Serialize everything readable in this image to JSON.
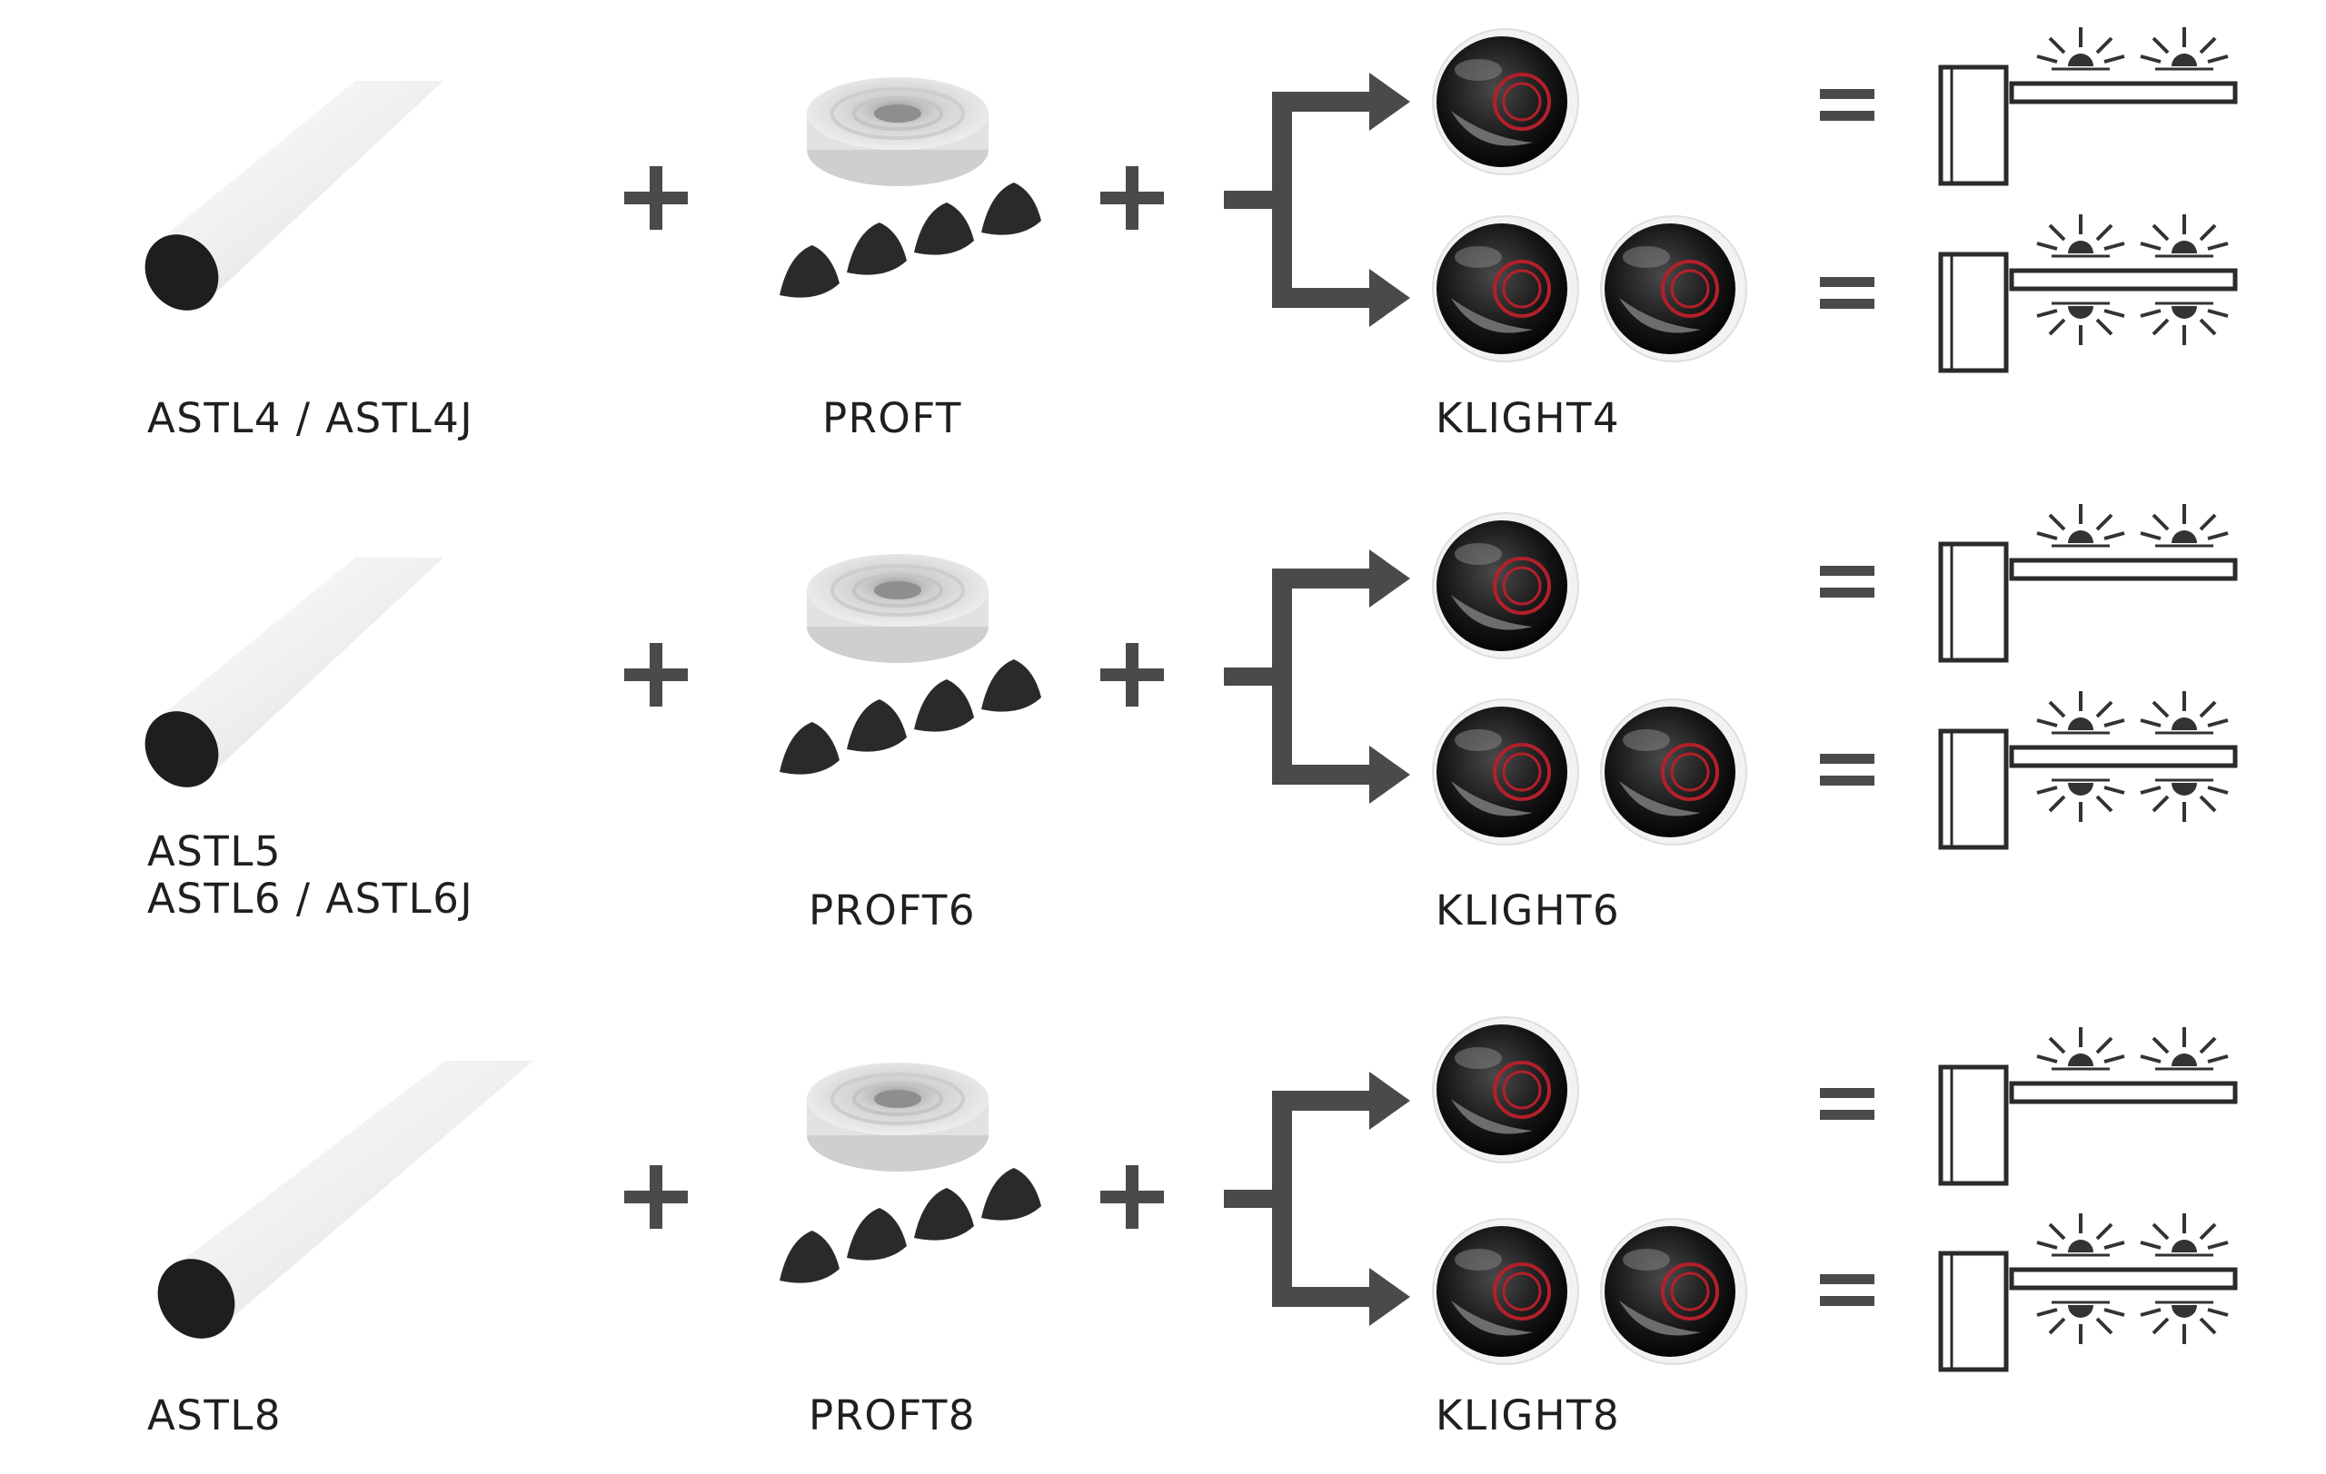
{
  "rows": [
    {
      "arm_label": "ASTL4 / ASTL4J",
      "arm_label_2": "",
      "profile_label": "PROFT",
      "light_label": "KLIGHT4"
    },
    {
      "arm_label": "ASTL5",
      "arm_label_2": "ASTL6 / ASTL6J",
      "profile_label": "PROFT6",
      "light_label": "KLIGHT6"
    },
    {
      "arm_label": "ASTL8",
      "arm_label_2": "",
      "profile_label": "PROFT8",
      "light_label": "KLIGHT8"
    }
  ],
  "colors": {
    "symbol": "#4a4a4a",
    "text": "#1f1f1f",
    "outline": "#2b2b2b",
    "tube": "#e6e6e6",
    "cap": "#1e1e1e",
    "lens_red": "#b3202a"
  },
  "icons": [
    "aluminium-arm-icon",
    "rubber-profile-roll-icon",
    "profile-cap-icon",
    "led-light-icon",
    "barrier-single-side-lights-icon",
    "barrier-double-side-lights-icon"
  ]
}
